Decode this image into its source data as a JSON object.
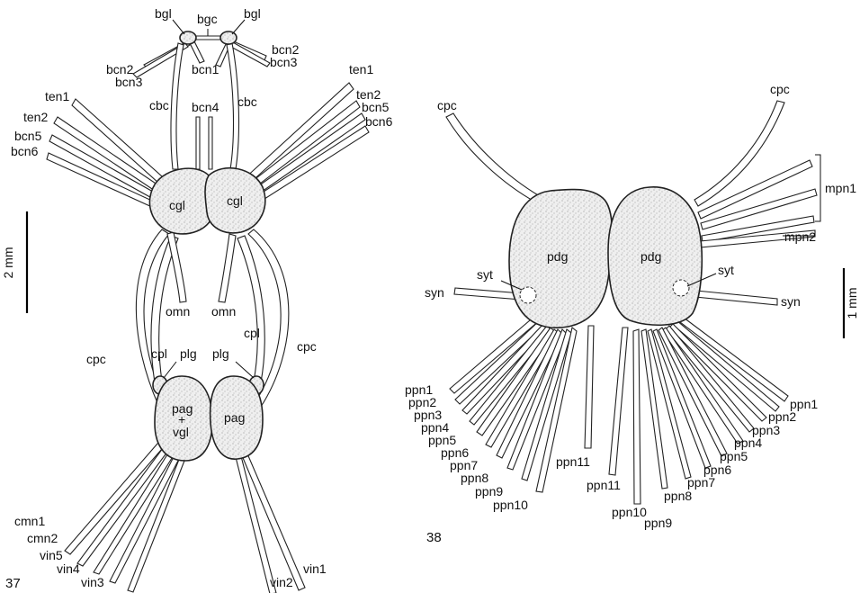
{
  "figure37": {
    "number": "37",
    "scale": "2 mm",
    "labels": {
      "bgl_l": "bgl",
      "bgc": "bgc",
      "bgl_r": "bgl",
      "bcn2_l": "bcn2",
      "bcn3_l": "bcn3",
      "bcn1": "bcn1",
      "bcn2_r": "bcn2",
      "bcn3_r": "bcn3",
      "ten1_l": "ten1",
      "ten2_l": "ten2",
      "bcn5_l": "bcn5",
      "bcn6_l": "bcn6",
      "ten1_r": "ten1",
      "ten2_r": "ten2",
      "bcn5_r": "bcn5",
      "bcn6_r": "bcn6",
      "cbc_l": "cbc",
      "bcn4": "bcn4",
      "cbc_r": "cbc",
      "cgl_l": "cgl",
      "cgl_r": "cgl",
      "omn_l": "omn",
      "omn_r": "omn",
      "cpl_l": "cpl",
      "plg_l": "plg",
      "plg_r": "plg",
      "cpl_r": "cpl",
      "cpc_l": "cpc",
      "cpc_r": "cpc",
      "pag_l1": "pag",
      "pag_plus": "+",
      "pag_l2": "vgl",
      "pag_r": "pag",
      "cmn1": "cmn1",
      "cmn2": "cmn2",
      "vin5": "vin5",
      "vin4": "vin4",
      "vin3": "vin3",
      "vin2": "vin2",
      "vin1": "vin1"
    }
  },
  "figure38": {
    "number": "38",
    "scale": "1 mm",
    "labels": {
      "cpc_l": "cpc",
      "cpc_r": "cpc",
      "mpn1": "mpn1",
      "mpn2": "mpn2",
      "pdg_l": "pdg",
      "pdg_r": "pdg",
      "syt_l": "syt",
      "syt_r": "syt",
      "syn_l": "syn",
      "syn_r": "syn",
      "ppn1_l": "ppn1",
      "ppn2_l": "ppn2",
      "ppn3_l": "ppn3",
      "ppn4_l": "ppn4",
      "ppn5_l": "ppn5",
      "ppn6_l": "ppn6",
      "ppn7_l": "ppn7",
      "ppn8_l": "ppn8",
      "ppn9_l": "ppn9",
      "ppn10_l": "ppn10",
      "ppn11_l": "ppn11",
      "ppn11_r": "ppn11",
      "ppn1_r": "ppn1",
      "ppn2_r": "ppn2",
      "ppn3_r": "ppn3",
      "ppn4_r": "ppn4",
      "ppn5_r": "ppn5",
      "ppn6_r": "ppn6",
      "ppn7_r": "ppn7",
      "ppn8_r": "ppn8",
      "ppn9_r": "ppn9",
      "ppn10_r": "ppn10"
    }
  }
}
